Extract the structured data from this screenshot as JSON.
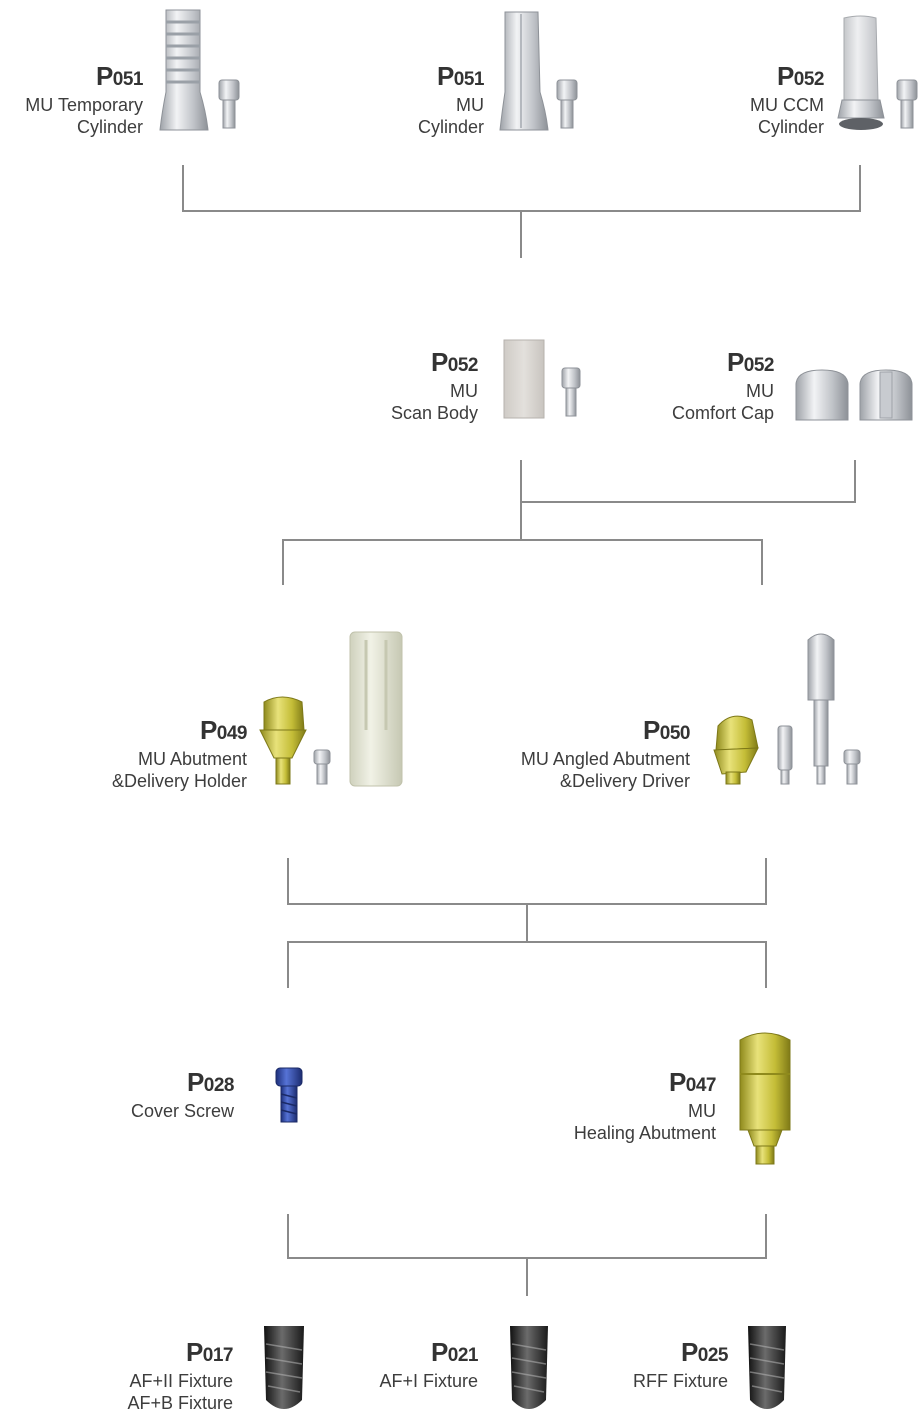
{
  "groups": {
    "temp_cylinder": {
      "prefix": "P",
      "number": "051",
      "lines": [
        "MU Temporary",
        "Cylinder"
      ]
    },
    "mu_cylinder": {
      "prefix": "P",
      "number": "051",
      "lines": [
        "MU",
        "Cylinder"
      ]
    },
    "ccm_cylinder": {
      "prefix": "P",
      "number": "052",
      "lines": [
        "MU CCM",
        "Cylinder"
      ]
    },
    "scan_body": {
      "prefix": "P",
      "number": "052",
      "lines": [
        "MU",
        "Scan Body"
      ]
    },
    "comfort_cap": {
      "prefix": "P",
      "number": "052",
      "lines": [
        "MU",
        "Comfort Cap"
      ]
    },
    "mu_abutment": {
      "prefix": "P",
      "number": "049",
      "lines": [
        "MU Abutment",
        "&Delivery Holder"
      ]
    },
    "angled_abutment": {
      "prefix": "P",
      "number": "050",
      "lines": [
        "MU Angled Abutment",
        "&Delivery Driver"
      ]
    },
    "cover_screw": {
      "prefix": "P",
      "number": "028",
      "lines": [
        "Cover Screw"
      ]
    },
    "healing_abutment": {
      "prefix": "P",
      "number": "047",
      "lines": [
        "MU",
        "Healing Abutment"
      ]
    },
    "af_fixture": {
      "prefix": "P",
      "number": "017",
      "lines": [
        "AF+II Fixture",
        "AF+B Fixture"
      ]
    },
    "afi_fixture": {
      "prefix": "P",
      "number": "021",
      "lines": [
        "AF+I Fixture"
      ]
    },
    "rff_fixture": {
      "prefix": "P",
      "number": "025",
      "lines": [
        "RFF Fixture"
      ]
    }
  },
  "colors": {
    "connector": "#8a8a8a",
    "silver": "#c9ccd1",
    "gold": "#c9c23a",
    "blue": "#2f4fb0",
    "ivory": "#e6e7d6",
    "ceramic": "#dadcdf",
    "fixture": "#2b2b2b"
  },
  "icons": [
    "temporary-cylinder-icon",
    "screw-icon",
    "cylinder-icon",
    "ccm-cylinder-icon",
    "scan-body-icon",
    "comfort-cap-icon",
    "abutment-icon",
    "delivery-holder-icon",
    "angled-abutment-icon",
    "delivery-driver-icon",
    "cover-screw-icon",
    "healing-abutment-icon",
    "fixture-icon"
  ]
}
